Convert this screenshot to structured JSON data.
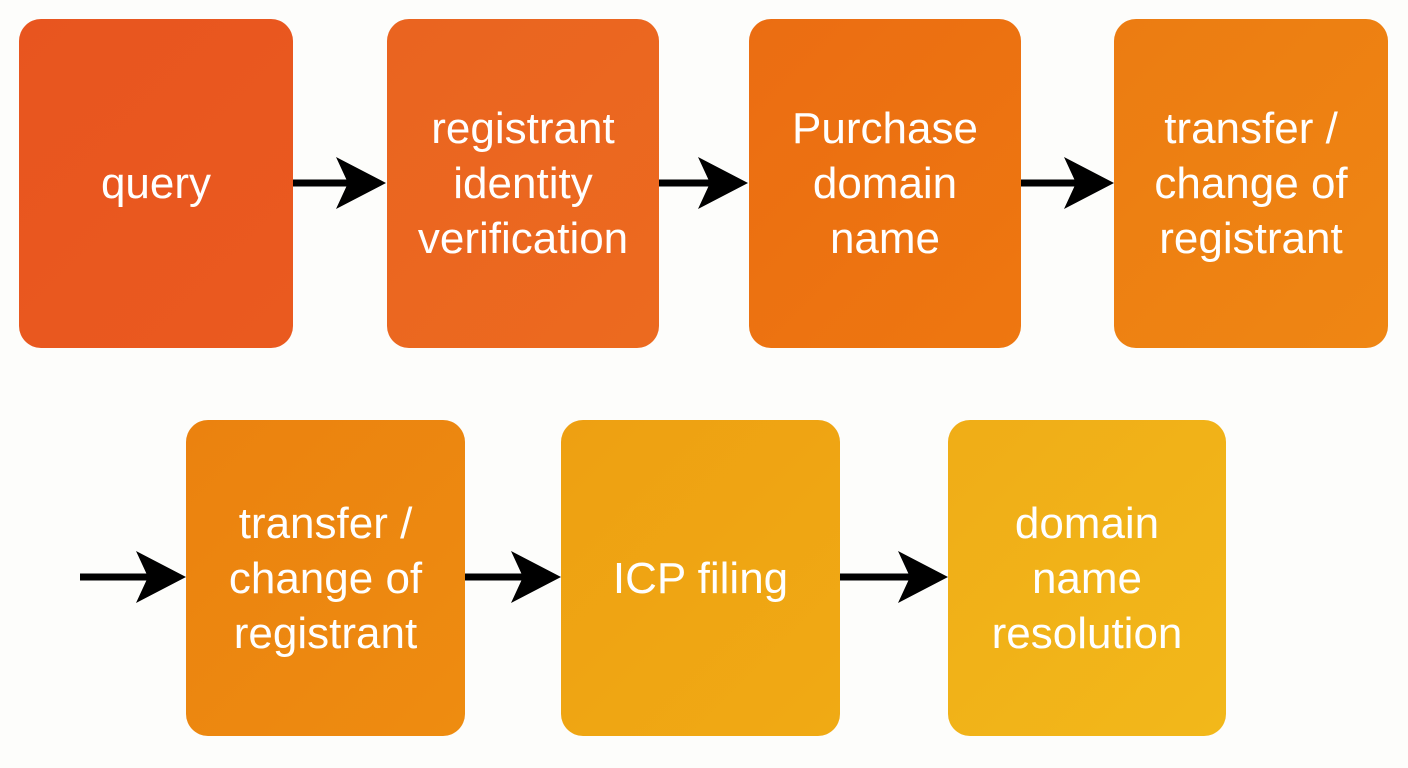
{
  "steps": [
    {
      "label": "query"
    },
    {
      "label": "registrant identity verification"
    },
    {
      "label": "Purchase domain name"
    },
    {
      "label": "transfer / change of registrant"
    },
    {
      "label": "transfer / change of registrant"
    },
    {
      "label": "ICP filing"
    },
    {
      "label": "domain name resolution"
    }
  ],
  "colors": {
    "arrow": "#000000",
    "text": "#ffffff",
    "step_1": "#e8561f",
    "step_2": "#eb6720",
    "step_3": "#ec7210",
    "step_4": "#ed8012",
    "step_5": "#ec860f",
    "step_6": "#efa513",
    "step_7": "#f1b318"
  }
}
